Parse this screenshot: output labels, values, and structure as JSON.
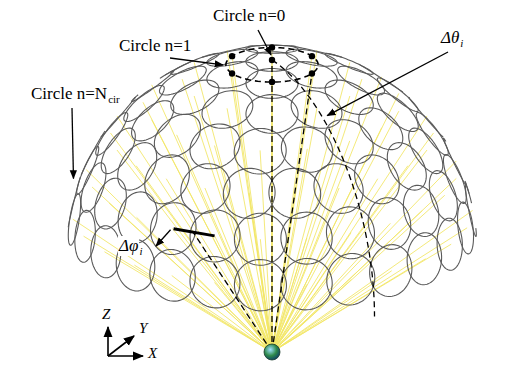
{
  "diagram": {
    "labels": [
      "Circle n=0",
      "Circle n=1",
      "Circle n=N",
      "cir",
      "Δθ",
      "i",
      "Δφ",
      "i",
      "Z",
      "Y",
      "X"
    ]
  }
}
